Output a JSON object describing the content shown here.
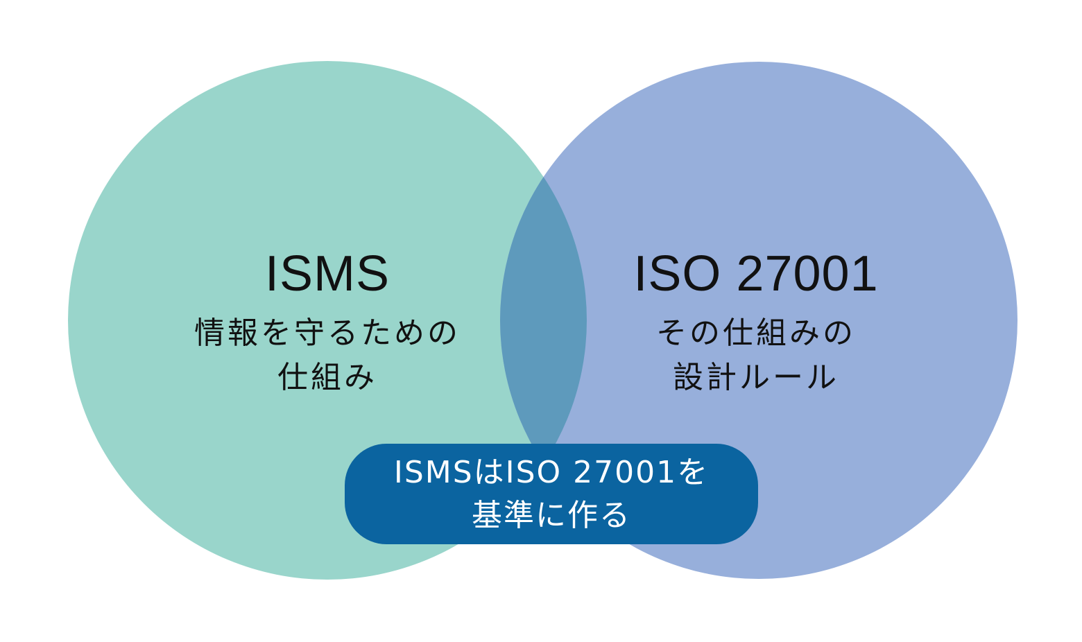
{
  "colors": {
    "left_circle": "#99D5CB",
    "right_circle": "#97AFDB",
    "overlap": "#5E9ABC",
    "pill": "#0B64A0",
    "text_dark": "#111111",
    "text_light": "#FFFFFF"
  },
  "left": {
    "title": "ISMS",
    "sub_line1": "情報を守るための",
    "sub_line2": "仕組み"
  },
  "right": {
    "title": "ISO 27001",
    "sub_line1": "その仕組みの",
    "sub_line2": "設計ルール"
  },
  "center": {
    "line1": "ISMSはISO 27001を",
    "line2": "基準に作る"
  }
}
